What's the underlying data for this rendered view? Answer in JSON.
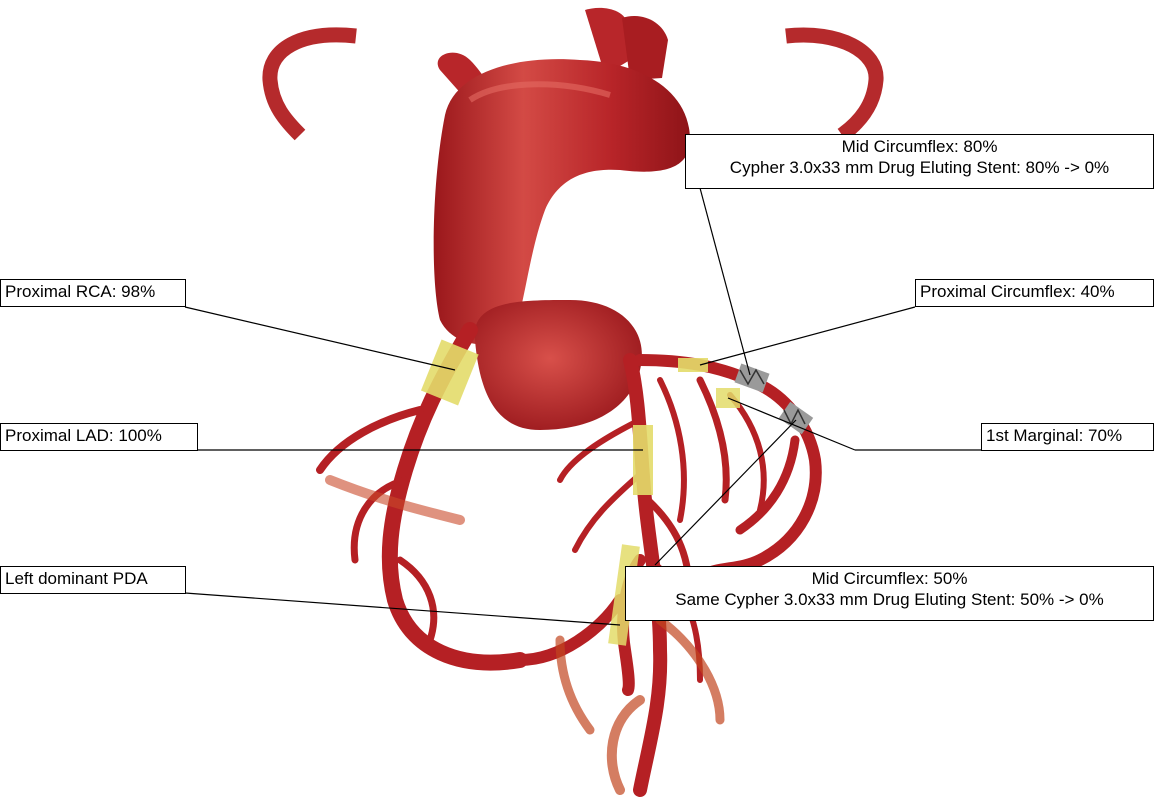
{
  "annotations": {
    "mid_circumflex_stent1": {
      "title": "Mid Circumflex: 80%",
      "detail": "Cypher 3.0x33 mm Drug Eluting Stent: 80% -> 0%"
    },
    "proximal_rca": "Proximal RCA: 98%",
    "proximal_circumflex": "Proximal Circumflex: 40%",
    "proximal_lad": "Proximal LAD: 100%",
    "first_marginal": "1st Marginal: 70%",
    "left_dominant_pda": "Left dominant PDA",
    "mid_circumflex_stent2": {
      "title": "Mid Circumflex: 50%",
      "detail": "Same Cypher 3.0x33 mm Drug Eluting Stent: 50% -> 0%"
    }
  },
  "colors": {
    "artery": "#b52024",
    "artery_highlight": "#d8453f",
    "artery_shadow": "#8a1216",
    "lesion": "#e3dc6a",
    "stent": "#9a9a9a",
    "leader_line": "#000000"
  }
}
